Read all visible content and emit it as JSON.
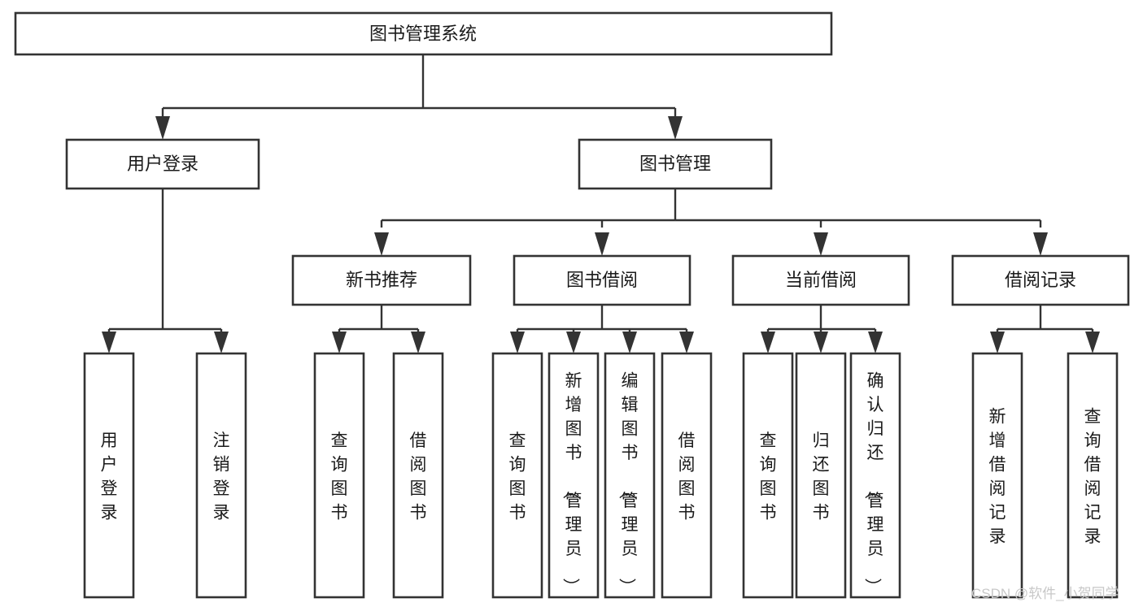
{
  "diagram": {
    "type": "tree-hierarchy-chart",
    "title": "图书管理系统",
    "colors": {
      "background": "#ffffff",
      "box_fill": "#ffffff",
      "box_stroke": "#333333",
      "text": "#1a1a1a",
      "watermark": "#c8c8c8"
    },
    "root": {
      "id": "root",
      "label": "图书管理系统",
      "orientation": "horizontal"
    },
    "level1": [
      {
        "id": "user-login",
        "label": "用户登录",
        "orientation": "horizontal"
      },
      {
        "id": "book-management",
        "label": "图书管理",
        "orientation": "horizontal"
      }
    ],
    "level2": [
      {
        "id": "new-book-recommend",
        "label": "新书推荐",
        "orientation": "horizontal",
        "parent": "book-management"
      },
      {
        "id": "book-borrow",
        "label": "图书借阅",
        "orientation": "horizontal",
        "parent": "book-management"
      },
      {
        "id": "current-borrow",
        "label": "当前借阅",
        "orientation": "horizontal",
        "parent": "book-management"
      },
      {
        "id": "borrow-record",
        "label": "借阅记录",
        "orientation": "horizontal",
        "parent": "book-management"
      }
    ],
    "leaves": [
      {
        "id": "leaf-user-login",
        "label": "用户登录",
        "orientation": "vertical",
        "parent": "user-login"
      },
      {
        "id": "leaf-logout-login",
        "label": "注销登录",
        "orientation": "vertical",
        "parent": "user-login"
      },
      {
        "id": "leaf-query-book-1",
        "label": "查询图书",
        "orientation": "vertical",
        "parent": "new-book-recommend"
      },
      {
        "id": "leaf-borrow-book-1",
        "label": "借阅图书",
        "orientation": "vertical",
        "parent": "new-book-recommend"
      },
      {
        "id": "leaf-query-book-2",
        "label": "查询图书",
        "orientation": "vertical",
        "parent": "book-borrow"
      },
      {
        "id": "leaf-add-book",
        "label": "新增图书（管理员）",
        "orientation": "vertical",
        "parent": "book-borrow"
      },
      {
        "id": "leaf-edit-book",
        "label": "编辑图书（管理员）",
        "orientation": "vertical",
        "parent": "book-borrow"
      },
      {
        "id": "leaf-borrow-book-2",
        "label": "借阅图书",
        "orientation": "vertical",
        "parent": "book-borrow"
      },
      {
        "id": "leaf-query-book-3",
        "label": "查询图书",
        "orientation": "vertical",
        "parent": "current-borrow"
      },
      {
        "id": "leaf-return-book",
        "label": "归还图书",
        "orientation": "vertical",
        "parent": "current-borrow"
      },
      {
        "id": "leaf-confirm-return",
        "label": "确认归还（管理员）",
        "orientation": "vertical",
        "parent": "current-borrow"
      },
      {
        "id": "leaf-add-record",
        "label": "新增借阅记录",
        "orientation": "vertical",
        "parent": "borrow-record"
      },
      {
        "id": "leaf-query-record",
        "label": "查询借阅记录",
        "orientation": "vertical",
        "parent": "borrow-record"
      }
    ],
    "watermark": "CSDN @软件_小贺同学"
  }
}
